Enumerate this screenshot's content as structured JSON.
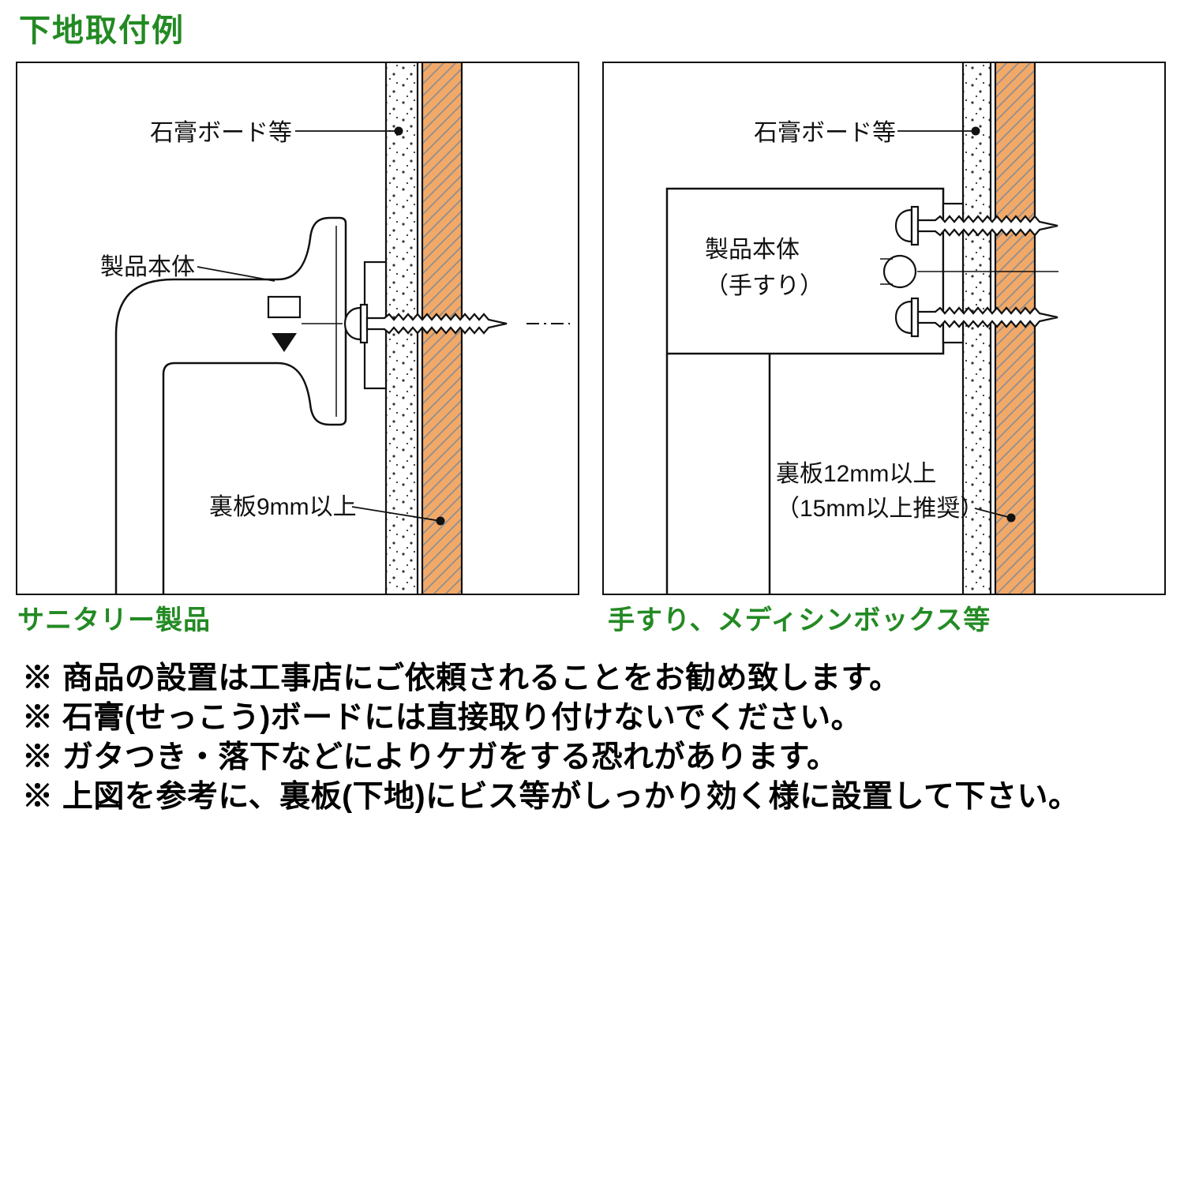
{
  "title": "下地取付例",
  "colors": {
    "accent_green": "#238a23",
    "backing_orange": "#f2a968"
  },
  "left_panel": {
    "caption": "サニタリー製品",
    "labels": {
      "board": "石膏ボード等",
      "product": "製品本体",
      "backing": "裏板9mm以上"
    }
  },
  "right_panel": {
    "caption": "手すり、メディシンボックス等",
    "labels": {
      "board": "石膏ボード等",
      "product_line1": "製品本体",
      "product_line2": "（手すり）",
      "backing_line1": "裏板12mm以上",
      "backing_line2": "（15mm以上推奨）"
    }
  },
  "notes": [
    "※ 商品の設置は工事店にご依頼されることをお勧め致します。",
    "※ 石膏(せっこう)ボードには直接取り付けないでください。",
    "※ ガタつき・落下などによりケガをする恐れがあります。",
    "※ 上図を参考に、裏板(下地)にビス等がしっかり効く様に設置して下さい。"
  ]
}
